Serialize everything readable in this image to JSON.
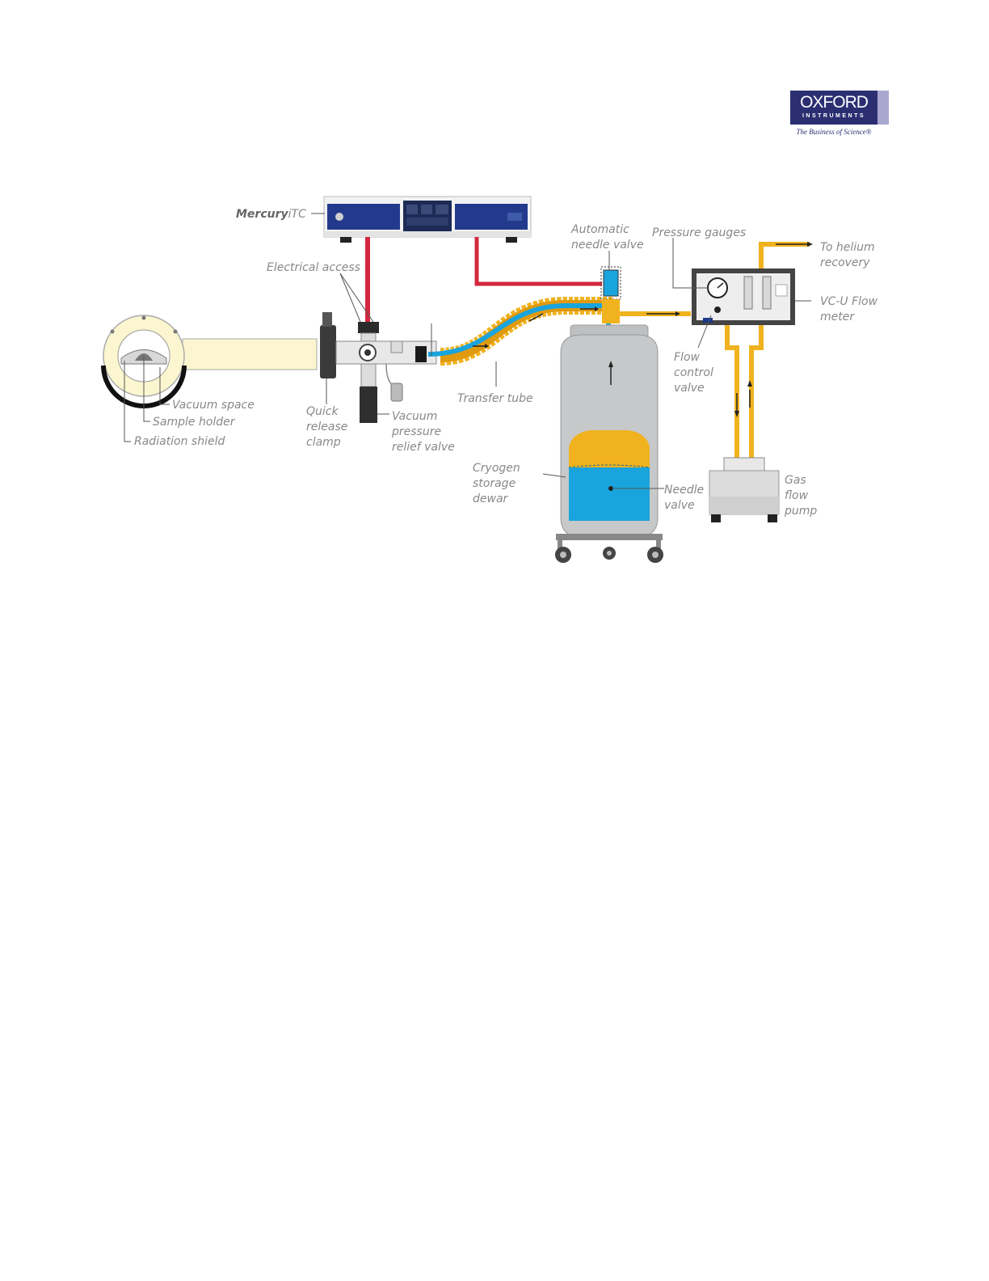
{
  "logo": {
    "brand": "OXFORD",
    "subtitle": "INSTRUMENTS",
    "tagline": "The Business of Science®"
  },
  "labels": {
    "mercury_bold": "Mercury",
    "mercury_italic": "iTC",
    "electrical_access": "Electrical access",
    "automatic_needle_valve": [
      "Automatic",
      "needle valve"
    ],
    "pressure_gauges": "Pressure gauges",
    "to_helium_recovery": [
      "To helium",
      "recovery"
    ],
    "vcu_flow_meter": [
      "VC-U Flow",
      "meter"
    ],
    "flow_control_valve": [
      "Flow",
      "control",
      "valve"
    ],
    "vacuum_space": "Vacuum space",
    "sample_holder": "Sample holder",
    "radiation_shield": "Radiation shield",
    "quick_release_clamp": [
      "Quick",
      "release",
      "clamp"
    ],
    "vacuum_pressure_relief_valve": [
      "Vacuum",
      "pressure",
      "relief valve"
    ],
    "transfer_tube": "Transfer tube",
    "cryogen_storage_dewar": [
      "Cryogen",
      "storage",
      "dewar"
    ],
    "needle_valve": [
      "Needle",
      "valve"
    ],
    "gas_flow_pump": [
      "Gas",
      "flow",
      "pump"
    ]
  },
  "colors": {
    "logo_blue": "#2b2f72",
    "logo_tab": "#a9a6cf",
    "electrical_cable": "#d3283f",
    "gas_line": "#f1b21f",
    "liquid_helium": "#1aa4dd",
    "transfer_tube": "#35b3e4",
    "dewar_body": "#c6c8ca",
    "controller_blue": "#233a8c",
    "cryostat_tube": "#fbf6cf"
  }
}
